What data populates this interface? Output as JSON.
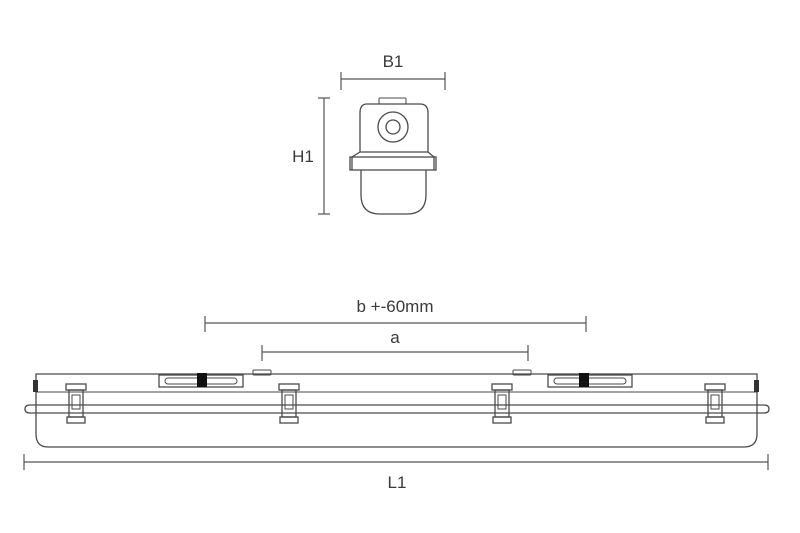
{
  "dimensions": {
    "width_label": "B1",
    "height_label": "H1",
    "mount_span_label": "b +-60mm",
    "inner_span_label": "a",
    "length_label": "L1"
  }
}
